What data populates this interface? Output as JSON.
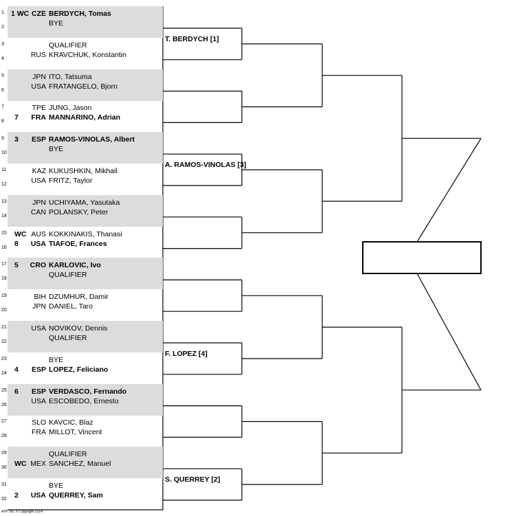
{
  "draw": [
    {
      "num": "1",
      "seed": "1 WC",
      "nat": "CZE",
      "name": "BERDYCH, Tomas",
      "bold": true
    },
    {
      "num": "2",
      "seed": "",
      "nat": "",
      "name": "BYE",
      "bold": false
    },
    {
      "num": "3",
      "seed": "",
      "nat": "",
      "name": "QUALIFIER",
      "bold": false
    },
    {
      "num": "4",
      "seed": "",
      "nat": "RUS",
      "name": "KRAVCHUK, Konstantin",
      "bold": false
    },
    {
      "num": "5",
      "seed": "",
      "nat": "JPN",
      "name": "ITO, Tatsuma",
      "bold": false
    },
    {
      "num": "6",
      "seed": "",
      "nat": "USA",
      "name": "FRATANGELO, Bjorn",
      "bold": false
    },
    {
      "num": "7",
      "seed": "",
      "nat": "TPE",
      "name": "JUNG, Jason",
      "bold": false
    },
    {
      "num": "8",
      "seed": "7",
      "nat": "FRA",
      "name": "MANNARINO, Adrian",
      "bold": true
    },
    {
      "num": "9",
      "seed": "3",
      "nat": "ESP",
      "name": "RAMOS-VINOLAS, Albert",
      "bold": true
    },
    {
      "num": "10",
      "seed": "",
      "nat": "",
      "name": "BYE",
      "bold": false
    },
    {
      "num": "11",
      "seed": "",
      "nat": "KAZ",
      "name": "KUKUSHKIN, Mikhail",
      "bold": false
    },
    {
      "num": "12",
      "seed": "",
      "nat": "USA",
      "name": "FRITZ, Taylor",
      "bold": false
    },
    {
      "num": "13",
      "seed": "",
      "nat": "JPN",
      "name": "UCHIYAMA, Yasutaka",
      "bold": false
    },
    {
      "num": "14",
      "seed": "",
      "nat": "CAN",
      "name": "POLANSKY, Peter",
      "bold": false
    },
    {
      "num": "15",
      "seed": "WC",
      "nat": "AUS",
      "name": "KOKKINAKIS, Thanasi",
      "bold": false
    },
    {
      "num": "16",
      "seed": "8",
      "nat": "USA",
      "name": "TIAFOE, Frances",
      "bold": true
    },
    {
      "num": "17",
      "seed": "5",
      "nat": "CRO",
      "name": "KARLOVIC, Ivo",
      "bold": true
    },
    {
      "num": "18",
      "seed": "",
      "nat": "",
      "name": "QUALIFIER",
      "bold": false
    },
    {
      "num": "19",
      "seed": "",
      "nat": "BIH",
      "name": "DZUMHUR, Damir",
      "bold": false
    },
    {
      "num": "20",
      "seed": "",
      "nat": "JPN",
      "name": "DANIEL, Taro",
      "bold": false
    },
    {
      "num": "21",
      "seed": "",
      "nat": "USA",
      "name": "NOVIKOV, Dennis",
      "bold": false
    },
    {
      "num": "22",
      "seed": "",
      "nat": "",
      "name": "QUALIFIER",
      "bold": false
    },
    {
      "num": "23",
      "seed": "",
      "nat": "",
      "name": "BYE",
      "bold": false
    },
    {
      "num": "24",
      "seed": "4",
      "nat": "ESP",
      "name": "LOPEZ, Feliciano",
      "bold": true
    },
    {
      "num": "25",
      "seed": "6",
      "nat": "ESP",
      "name": "VERDASCO, Fernando",
      "bold": true
    },
    {
      "num": "26",
      "seed": "",
      "nat": "USA",
      "name": "ESCOBEDO, Ernesto",
      "bold": false
    },
    {
      "num": "27",
      "seed": "",
      "nat": "SLO",
      "name": "KAVCIC, Blaz",
      "bold": false
    },
    {
      "num": "28",
      "seed": "",
      "nat": "FRA",
      "name": "MILLOT, Vincent",
      "bold": false
    },
    {
      "num": "29",
      "seed": "",
      "nat": "",
      "name": "QUALIFIER",
      "bold": false
    },
    {
      "num": "30",
      "seed": "WC",
      "nat": "MEX",
      "name": "SANCHEZ, Manuel",
      "bold": false
    },
    {
      "num": "31",
      "seed": "",
      "nat": "",
      "name": "BYE",
      "bold": false
    },
    {
      "num": "32",
      "seed": "2",
      "nat": "USA",
      "name": "QUERREY, Sam",
      "bold": true
    }
  ],
  "second_round": [
    {
      "match": 1,
      "winner": "T. BERDYCH [1]"
    },
    {
      "match": 5,
      "winner": "A. RAMOS-VINOLAS [3]"
    },
    {
      "match": 12,
      "winner": "F. LOPEZ [4]"
    },
    {
      "match": 16,
      "winner": "S. QUERREY [2]"
    }
  ],
  "champion_box": "",
  "footer": "ATP, Inc. © Copyright 2014"
}
